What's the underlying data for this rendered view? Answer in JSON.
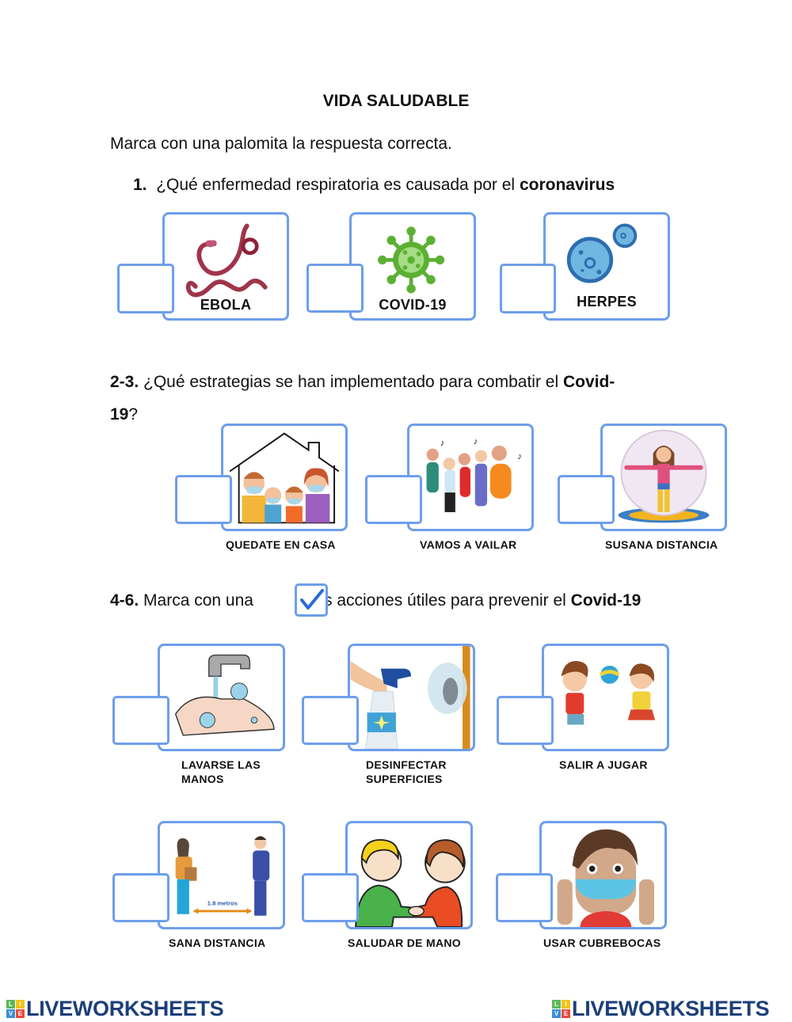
{
  "worksheet": {
    "title": "VIDA SALUDABLE",
    "instruction": "Marca con una palomita la respuesta correcta."
  },
  "question1": {
    "number": "1.",
    "text": "¿Qué enfermedad respiratoria es causada por el ",
    "bold": "coronavirus",
    "options": [
      {
        "label": "EBOLA",
        "icon": "ebola-virus-icon"
      },
      {
        "label": "COVID-19",
        "icon": "coronavirus-icon"
      },
      {
        "label": "HERPES",
        "icon": "herpes-virus-icon"
      }
    ]
  },
  "question2": {
    "number": "2-3.",
    "text": " ¿Qué estrategias se han implementado para combatir el ",
    "bold1": "Covid-",
    "bold2": "19",
    "suffix": "?",
    "options": [
      {
        "label": "QUEDATE EN CASA",
        "icon": "family-at-home-icon"
      },
      {
        "label": "VAMOS A VAILAR",
        "icon": "people-dancing-icon"
      },
      {
        "label": "SUSANA DISTANCIA",
        "icon": "superhero-bubble-icon"
      }
    ]
  },
  "question3": {
    "number": "4-6.",
    "text_before": " Marca con una",
    "text_after": "s acciones útiles para prevenir el ",
    "bold": "Covid-19",
    "check_icon": "checkmark-icon",
    "options_row1": [
      {
        "label_line1": "LAVARSE LAS",
        "label_line2": "MANOS",
        "icon": "hand-washing-icon"
      },
      {
        "label_line1": "DESINFECTAR",
        "label_line2": "SUPERFICIES",
        "icon": "spray-disinfect-icon"
      },
      {
        "label_line1": "SALIR A JUGAR",
        "label_line2": "",
        "icon": "kids-playing-icon"
      }
    ],
    "options_row2": [
      {
        "label": "SANA DISTANCIA",
        "icon": "social-distance-icon",
        "distance_text": "1.8 metros"
      },
      {
        "label": "SALUDAR DE MANO",
        "icon": "handshake-icon"
      },
      {
        "label": "USAR CUBREBOCAS",
        "icon": "face-mask-icon"
      }
    ]
  },
  "footer": {
    "logo_text": "LIVEWORKSHEETS",
    "logo_letters": [
      "L",
      "I",
      "V",
      "E"
    ],
    "logo_colors": [
      "#5cb85c",
      "#f0c419",
      "#3a8fd9",
      "#e94b3c"
    ]
  },
  "colors": {
    "box_border": "#6d9eeb",
    "logo_text": "#1c3f7a",
    "check": "#2a6ad6"
  }
}
